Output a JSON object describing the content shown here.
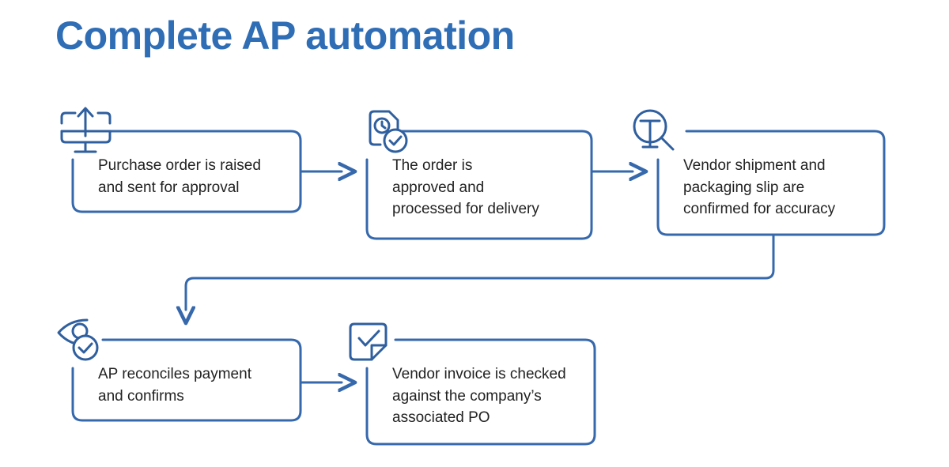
{
  "page": {
    "title": "Complete AP automation",
    "background_color": "#ffffff",
    "accent_color": "#2F6DB5",
    "line_color": "#3668AC",
    "text_color": "#222222"
  },
  "flow": {
    "steps": [
      {
        "id": "step-1",
        "icon": "desktop-upload-icon",
        "text": "Purchase order is raised\nand sent for approval"
      },
      {
        "id": "step-2",
        "icon": "document-approved-icon",
        "text": "The order is\napproved and\nprocessed for delivery"
      },
      {
        "id": "step-3",
        "icon": "magnifier-inspect-icon",
        "text": "Vendor shipment and\npackaging  slip are\nconfirmed for accuracy"
      },
      {
        "id": "step-4",
        "icon": "eye-verified-icon",
        "text": "AP reconciles payment\nand confirms"
      },
      {
        "id": "step-5",
        "icon": "note-check-icon",
        "text": "Vendor invoice is checked\nagainst the company’s\nassociated PO"
      }
    ],
    "connectors": [
      {
        "id": "connector-1-to-2",
        "type": "arrow-right"
      },
      {
        "id": "connector-2-to-3",
        "type": "arrow-right"
      },
      {
        "id": "connector-3-to-4",
        "type": "elbow-wrap-down"
      },
      {
        "id": "connector-4-to-5",
        "type": "arrow-right"
      }
    ]
  }
}
